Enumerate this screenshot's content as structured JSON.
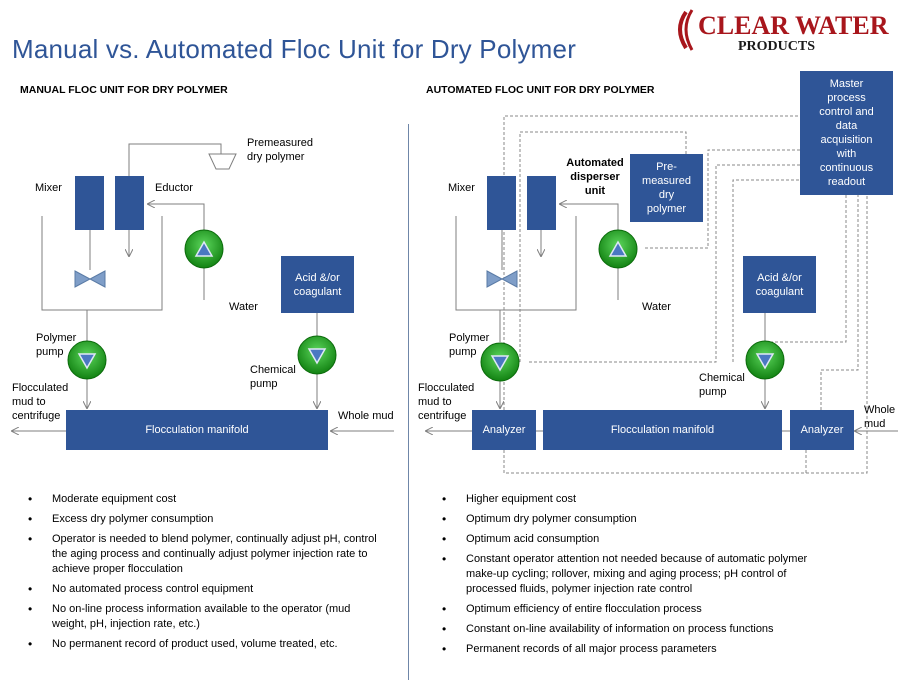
{
  "title": "Manual vs. Automated Floc Unit for Dry Polymer",
  "logo": {
    "line1": "CLEAR WATER",
    "line2": "PRODUCTS"
  },
  "manual": {
    "heading": "MANUAL FLOC UNIT FOR DRY POLYMER",
    "labels": {
      "premeasured": [
        "Premeasured",
        "dry polymer"
      ],
      "mixer": "Mixer",
      "eductor": "Eductor",
      "water": "Water",
      "acid": [
        "Acid &/or",
        "coagulant"
      ],
      "polymer_pump": [
        "Polymer",
        "pump"
      ],
      "chemical_pump": [
        "Chemical",
        "pump"
      ],
      "flocculated": [
        "Flocculated",
        "mud to",
        "centrifuge"
      ],
      "whole_mud": "Whole mud",
      "manifold": "Flocculation manifold"
    },
    "bullets": [
      "Moderate equipment cost",
      "Excess dry polymer consumption",
      "Operator is needed to blend polymer, continually adjust pH, control the aging process and continually adjust polymer injection rate to achieve proper flocculation",
      "No automated process control equipment",
      "No on-line process information available to the operator (mud weight, pH, injection rate, etc.)",
      "No permanent record of product used, volume treated, etc."
    ]
  },
  "automated": {
    "heading": "AUTOMATED FLOC UNIT FOR DRY POLYMER",
    "labels": {
      "mixer": "Mixer",
      "disperser": [
        "Automated",
        "disperser",
        "unit"
      ],
      "premeasured": [
        "Pre-",
        "measured",
        "dry",
        "polymer"
      ],
      "master": [
        "Master",
        "process",
        "control and",
        "data",
        "acquisition",
        "with",
        "continuous",
        "readout"
      ],
      "water": "Water",
      "acid": [
        "Acid &/or",
        "coagulant"
      ],
      "polymer_pump": [
        "Polymer",
        "pump"
      ],
      "chemical_pump": [
        "Chemical",
        "pump"
      ],
      "flocculated": [
        "Flocculated",
        "mud to",
        "centrifuge"
      ],
      "whole_mud": [
        "Whole",
        "mud"
      ],
      "analyzer_left": "Analyzer",
      "analyzer_right": "Analyzer",
      "manifold": "Flocculation manifold"
    },
    "bullets": [
      "Higher equipment cost",
      "Optimum dry polymer consumption",
      "Optimum acid consumption",
      "Constant operator attention not needed because of automatic polymer make-up cycling; rollover, mixing and aging process; pH control of processed fluids, polymer injection rate control",
      "Optimum efficiency of entire flocculation process",
      "Constant on-line availability of information on process functions",
      "Permanent records of all major process parameters"
    ]
  },
  "colors": {
    "title": "#2f5597",
    "box": "#2f5597",
    "pump": "#1f9a1f",
    "logo_red": "#a8161c",
    "line": "#7f7f7f"
  }
}
